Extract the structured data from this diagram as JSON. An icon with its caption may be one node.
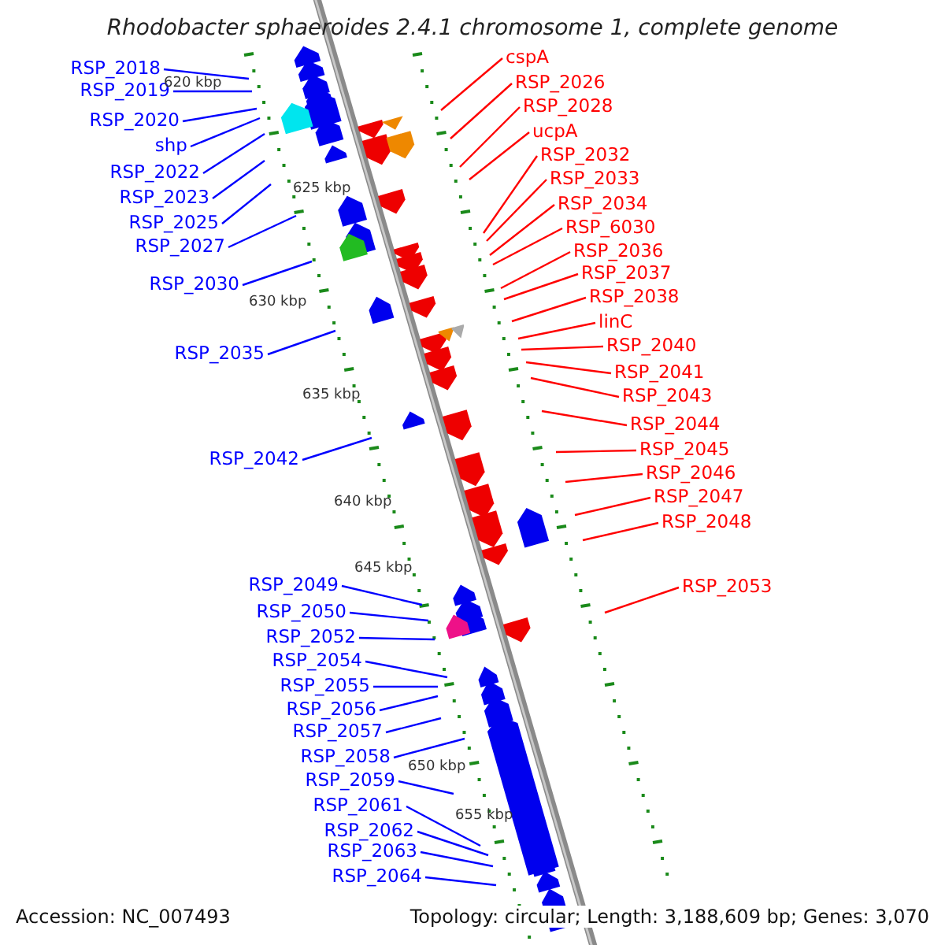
{
  "diagram": {
    "title": "Rhodobacter sphaeroides 2.4.1 chromosome 1, complete genome",
    "nodes": [
      {
        "text": [
          "RSP_2018"
        ]
      },
      {
        "text": [
          "RSP_2019"
        ]
      },
      {
        "text": [
          "RSP_2020"
        ]
      },
      {
        "text": [
          "shp"
        ]
      },
      {
        "text": [
          "RSP_2022"
        ]
      },
      {
        "text": [
          "RSP_2023"
        ]
      },
      {
        "text": [
          "RSP_2025"
        ]
      },
      {
        "text": [
          "RSP_2027"
        ]
      },
      {
        "text": [
          "RSP_2030"
        ]
      },
      {
        "text": [
          "RSP_2035"
        ]
      },
      {
        "text": [
          "RSP_2042"
        ]
      },
      {
        "text": [
          "RSP_2049"
        ]
      },
      {
        "text": [
          "RSP_2050"
        ]
      },
      {
        "text": [
          "RSP_2052"
        ]
      },
      {
        "text": [
          "RSP_2054"
        ]
      },
      {
        "text": [
          "RSP_2055"
        ]
      },
      {
        "text": [
          "RSP_2056"
        ]
      },
      {
        "text": [
          "RSP_2057"
        ]
      },
      {
        "text": [
          "RSP_2058"
        ]
      },
      {
        "text": [
          "RSP_2059"
        ]
      },
      {
        "text": [
          "RSP_2061"
        ]
      },
      {
        "text": [
          "RSP_2062"
        ]
      },
      {
        "text": [
          "RSP_2063"
        ]
      },
      {
        "text": [
          "RSP_2064"
        ]
      },
      {
        "text": [
          "cspA"
        ]
      },
      {
        "text": [
          "RSP_2026"
        ]
      },
      {
        "text": [
          "RSP_2028"
        ]
      },
      {
        "text": [
          "ucpA"
        ]
      },
      {
        "text": [
          "RSP_2032"
        ]
      },
      {
        "text": [
          "RSP_2033"
        ]
      },
      {
        "text": [
          "RSP_2034"
        ]
      },
      {
        "text": [
          "RSP_6030"
        ]
      },
      {
        "text": [
          "RSP_2036"
        ]
      },
      {
        "text": [
          "RSP_2037"
        ]
      },
      {
        "text": [
          "RSP_2038"
        ]
      },
      {
        "text": [
          "linC"
        ]
      },
      {
        "text": [
          "RSP_2040"
        ]
      },
      {
        "text": [
          "RSP_2041"
        ]
      },
      {
        "text": [
          "RSP_2043"
        ]
      },
      {
        "text": [
          "RSP_2044"
        ]
      },
      {
        "text": [
          "RSP_2045"
        ]
      },
      {
        "text": [
          "RSP_2046"
        ]
      },
      {
        "text": [
          "RSP_2047"
        ]
      },
      {
        "text": [
          "RSP_2048"
        ]
      },
      {
        "text": [
          "RSP_2053"
        ]
      }
    ],
    "edges": [
      {
        "from": 0,
        "to": null,
        "arrow": "none"
      },
      {
        "from": 1,
        "to": null,
        "arrow": "none"
      },
      {
        "from": 2,
        "to": null,
        "arrow": "none"
      },
      {
        "from": 3,
        "to": null,
        "arrow": "none"
      },
      {
        "from": 4,
        "to": null,
        "arrow": "none"
      },
      {
        "from": 5,
        "to": null,
        "arrow": "none"
      },
      {
        "from": 6,
        "to": null,
        "arrow": "none"
      },
      {
        "from": 7,
        "to": null,
        "arrow": "none"
      },
      {
        "from": 8,
        "to": null,
        "arrow": "none"
      },
      {
        "from": 9,
        "to": null,
        "arrow": "none"
      },
      {
        "from": 10,
        "to": null,
        "arrow": "none"
      },
      {
        "from": 11,
        "to": null,
        "arrow": "none"
      },
      {
        "from": 12,
        "to": null,
        "arrow": "none"
      },
      {
        "from": 13,
        "to": null,
        "arrow": "none"
      },
      {
        "from": 14,
        "to": null,
        "arrow": "none"
      },
      {
        "from": 15,
        "to": null,
        "arrow": "none"
      },
      {
        "from": 16,
        "to": null,
        "arrow": "none"
      },
      {
        "from": 17,
        "to": null,
        "arrow": "none"
      },
      {
        "from": 18,
        "to": null,
        "arrow": "none"
      },
      {
        "from": 19,
        "to": null,
        "arrow": "none"
      },
      {
        "from": 20,
        "to": null,
        "arrow": "none"
      },
      {
        "from": 21,
        "to": null,
        "arrow": "none"
      },
      {
        "from": 22,
        "to": null,
        "arrow": "none"
      },
      {
        "from": 23,
        "to": null,
        "arrow": "none"
      },
      {
        "from": 24,
        "to": null,
        "arrow": "none",
        "color": "#ff0000"
      },
      {
        "from": 25,
        "to": null,
        "arrow": "none",
        "color": "#ff0000"
      },
      {
        "from": 26,
        "to": null,
        "arrow": "none",
        "color": "#ff0000"
      },
      {
        "from": 27,
        "to": null,
        "arrow": "none",
        "color": "#ff0000"
      },
      {
        "from": 28,
        "to": null,
        "arrow": "none",
        "color": "#ff0000"
      },
      {
        "from": 29,
        "to": null,
        "arrow": "none",
        "color": "#ff0000"
      },
      {
        "from": 30,
        "to": null,
        "arrow": "none",
        "color": "#ff0000"
      },
      {
        "from": 31,
        "to": null,
        "arrow": "none",
        "color": "#ff0000"
      },
      {
        "from": 32,
        "to": null,
        "arrow": "none",
        "color": "#ff0000"
      },
      {
        "from": 33,
        "to": null,
        "arrow": "none",
        "color": "#ff0000"
      },
      {
        "from": 34,
        "to": null,
        "arrow": "none",
        "color": "#ff0000"
      },
      {
        "from": 35,
        "to": null,
        "arrow": "none",
        "color": "#ff0000"
      },
      {
        "from": 36,
        "to": null,
        "arrow": "none",
        "color": "#ff0000"
      },
      {
        "from": 37,
        "to": null,
        "arrow": "none",
        "color": "#ff0000"
      },
      {
        "from": 38,
        "to": null,
        "arrow": "none",
        "color": "#ff0000"
      },
      {
        "from": 39,
        "to": null,
        "arrow": "none",
        "color": "#ff0000"
      },
      {
        "from": 40,
        "to": null,
        "arrow": "none",
        "color": "#ff0000"
      },
      {
        "from": 41,
        "to": null,
        "arrow": "none",
        "color": "#ff0000"
      },
      {
        "from": 42,
        "to": null,
        "arrow": "none",
        "color": "#ff0000"
      },
      {
        "from": 43,
        "to": null,
        "arrow": "none",
        "color": "#ff0000"
      },
      {
        "from": 44,
        "to": null,
        "arrow": "none",
        "color": "#ff0000"
      }
    ],
    "labels": [
      "620 kbp",
      "625 kbp",
      "630 kbp",
      "635 kbp",
      "640 kbp",
      "645 kbp",
      "650 kbp",
      "655 kbp",
      "Accession: NC_007493",
      "Topology: circular; Length: 3,188,609 bp; Genes: 3,070"
    ]
  }
}
